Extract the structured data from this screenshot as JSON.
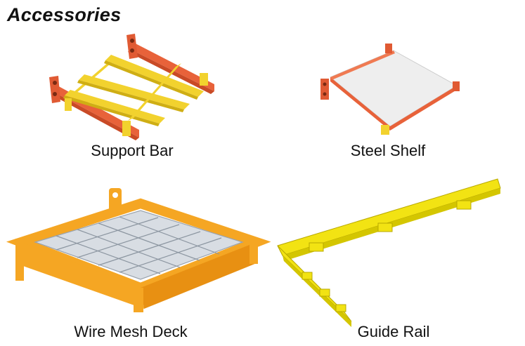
{
  "header": {
    "title": "Accessories"
  },
  "items": [
    {
      "label": "Support Bar"
    },
    {
      "label": "Steel Shelf"
    },
    {
      "label": "Wire Mesh Deck"
    },
    {
      "label": "Guide Rail"
    }
  ],
  "colors": {
    "beam_orange": "#e8623a",
    "bar_yellow": "#f2d22e",
    "deck_orange": "#f5a623",
    "shelf_gray": "#eeeeee",
    "rail_yellow": "#f2e313"
  }
}
